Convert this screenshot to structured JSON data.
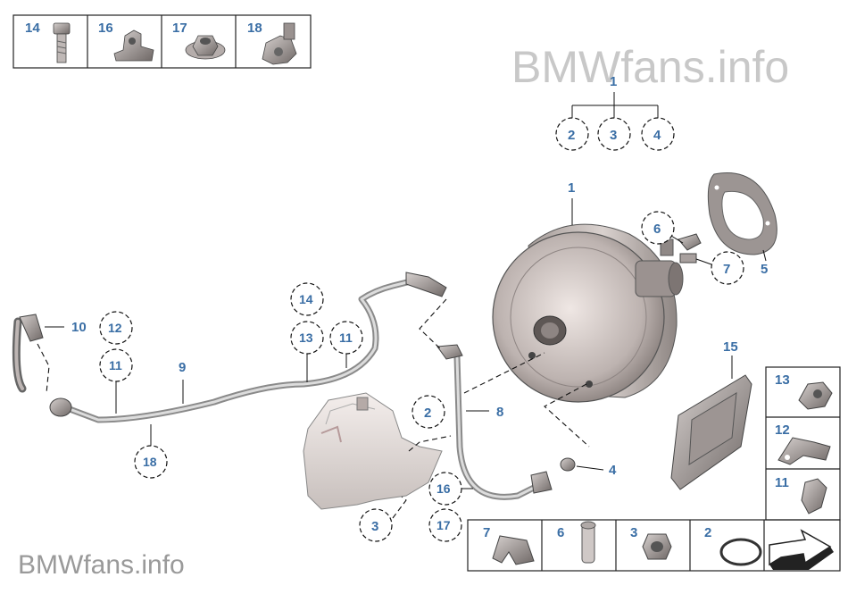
{
  "watermark_top": "BMWfans.info",
  "watermark_bottom": "BMWfans.info",
  "top_parts_box": [
    "14",
    "16",
    "17",
    "18"
  ],
  "bottom_parts_box": [
    "7",
    "6",
    "3",
    "2"
  ],
  "side_parts_box": [
    "13",
    "12",
    "11"
  ],
  "tree": {
    "parent": "1",
    "children": [
      "2",
      "3",
      "4"
    ]
  },
  "callouts": {
    "booster": "1",
    "pushrod_clip": "6",
    "pushrod_pin": "7",
    "gasket": "5",
    "bracket": "15",
    "hose_right": "8",
    "ring_left": "2",
    "grommet": "4",
    "clip_16": "16",
    "clip_17": "17",
    "nut_3": "3",
    "hose_main": "9",
    "hose_end": "10",
    "c12": "12",
    "c11_left": "11",
    "c18": "18",
    "c14": "14",
    "c13": "13",
    "c11_mid": "11"
  }
}
